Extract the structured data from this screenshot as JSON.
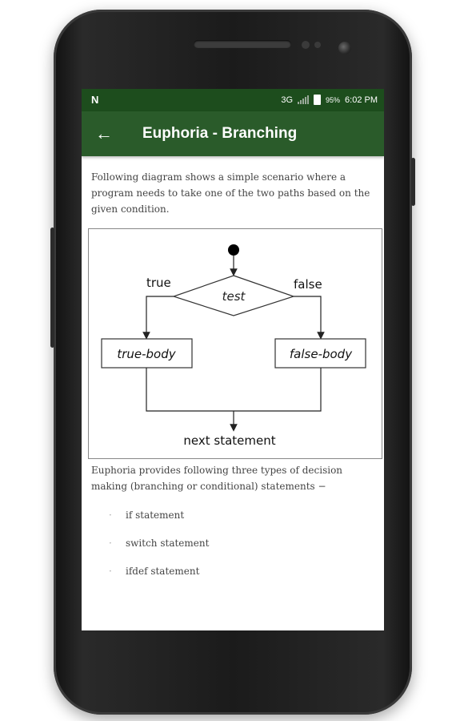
{
  "status_bar": {
    "network_type": "3G",
    "battery_percent": "95%",
    "time": "6:02 PM",
    "icons": [
      "notification-n-icon",
      "signal-icon",
      "battery-icon"
    ]
  },
  "app_bar": {
    "back_icon": "back-arrow-icon",
    "title": "Euphoria - Branching"
  },
  "content": {
    "intro": "Following diagram shows a simple scenario where a program needs to take one of the two paths based on the given condition.",
    "diagram": {
      "condition_label": "test",
      "true_label": "true",
      "false_label": "false",
      "true_body": "true-body",
      "false_body": "false-body",
      "next_label": "next statement"
    },
    "after_text": "Euphoria provides following three types of decision making (branching or conditional) statements −",
    "list_items": [
      {
        "bullet": "·",
        "label": "if statement"
      },
      {
        "bullet": "·",
        "label": "switch statement"
      },
      {
        "bullet": "·",
        "label": "ifdef statement"
      }
    ]
  },
  "colors": {
    "status_bar": "#1d4d1d",
    "app_bar": "#2a5b2a"
  }
}
